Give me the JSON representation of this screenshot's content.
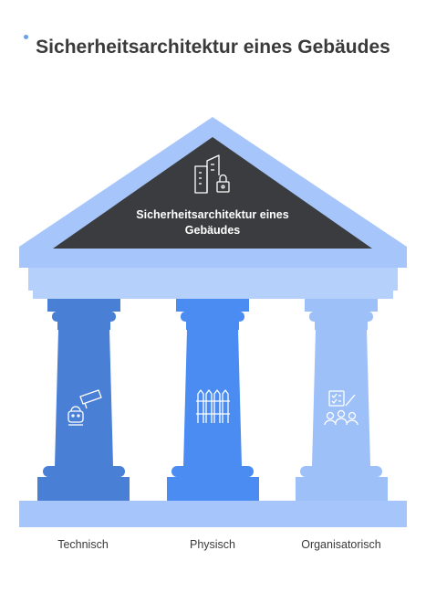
{
  "title": "Sicherheitsarchitektur eines Gebäudes",
  "roof": {
    "label": "Sicherheitsarchitektur eines Gebäudes",
    "icon": "building-lock-icon"
  },
  "pillars": [
    {
      "label": "Technisch",
      "icon": "camera-robot-icon",
      "color": "#4a7fd6"
    },
    {
      "label": "Physisch",
      "icon": "fence-icon",
      "color": "#4a8cf2"
    },
    {
      "label": "Organisatorisch",
      "icon": "checklist-people-icon",
      "color": "#9ec0f9"
    }
  ],
  "colors": {
    "roof_outer": "#a6c6fb",
    "roof_inner": "#3b3c3f",
    "entablature": "#b4d0fb",
    "base": "#a6c6fb"
  }
}
